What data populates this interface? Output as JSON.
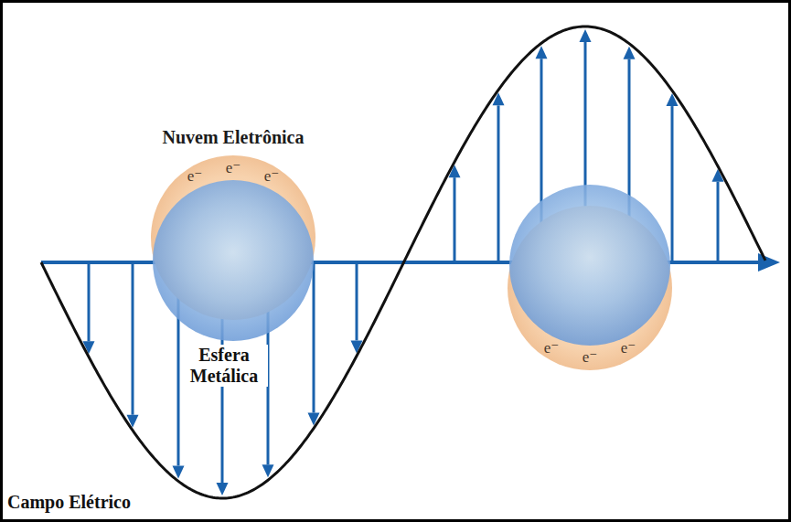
{
  "diagram": {
    "nodes": [
      {
        "text": [
          "Nuvem Eletrônica",
          "e⁻",
          "e⁻",
          "e⁻"
        ]
      },
      {
        "text": [
          "e⁻",
          "e⁻",
          "e⁻"
        ]
      }
    ],
    "labels": [
      "Esfera Metálica",
      "Campo Elétrico"
    ]
  }
}
